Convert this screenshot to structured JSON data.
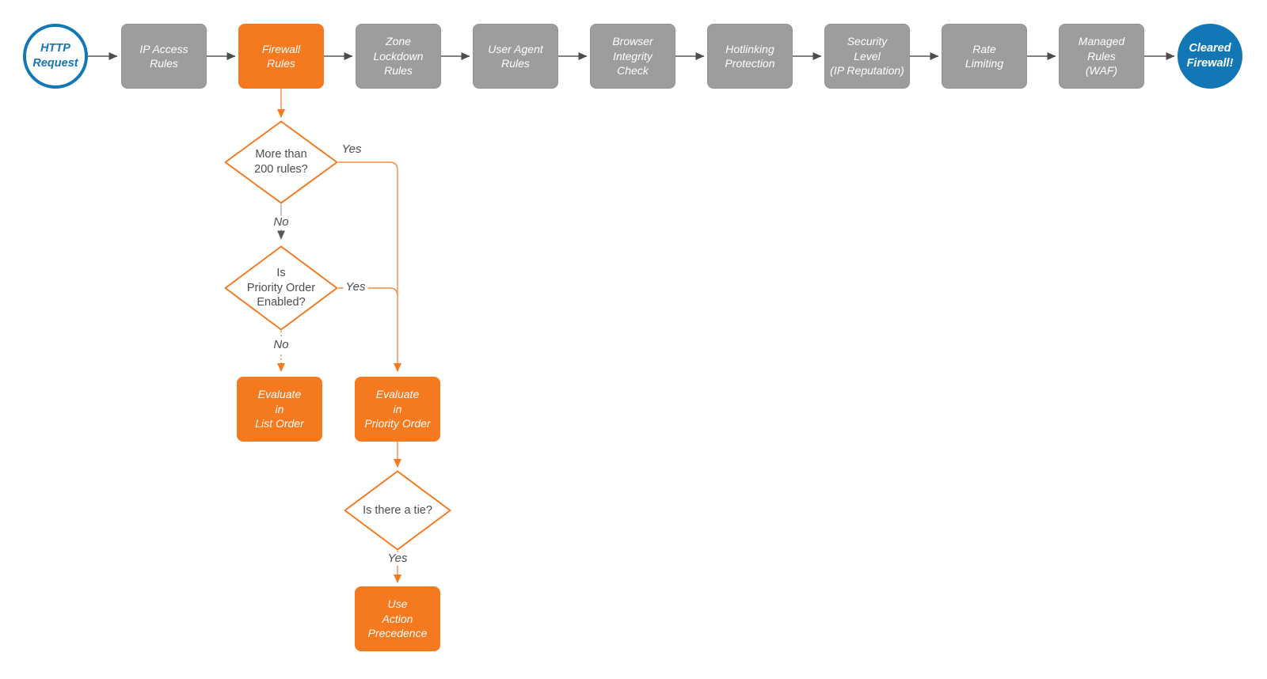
{
  "diagram": {
    "title_hint": "Cloudflare firewall request evaluation flowchart",
    "colors": {
      "accent_orange": "#f5791f",
      "accent_orange_line": "#f58b43",
      "step_gray": "#9d9d9d",
      "brand_blue": "#1377b6",
      "text_dark": "#4d4d4d",
      "connector_dark": "#4d4d4d",
      "background": "#ffffff"
    },
    "start": {
      "label": "HTTP\nRequest"
    },
    "steps": [
      {
        "label": "IP Access\nRules",
        "type": "gray"
      },
      {
        "label": "Firewall\nRules",
        "type": "orange"
      },
      {
        "label": "Zone\nLockdown\nRules",
        "type": "gray"
      },
      {
        "label": "User Agent\nRules",
        "type": "gray"
      },
      {
        "label": "Browser\nIntegrity\nCheck",
        "type": "gray"
      },
      {
        "label": "Hotlinking\nProtection",
        "type": "gray"
      },
      {
        "label": "Security\nLevel\n(IP Reputation)",
        "type": "gray"
      },
      {
        "label": "Rate\nLimiting",
        "type": "gray"
      },
      {
        "label": "Managed\nRules\n(WAF)",
        "type": "gray"
      }
    ],
    "end": {
      "label": "Cleared\nFirewall!"
    },
    "decisions": {
      "d1": {
        "label": "More than\n200 rules?",
        "yes_label": "Yes",
        "no_label": "No"
      },
      "d2": {
        "label": "Is\nPriority Order\nEnabled?",
        "yes_label": "Yes",
        "no_label": "No"
      },
      "d3": {
        "label": "Is there a tie?",
        "yes_label": "Yes"
      }
    },
    "actions": {
      "list_order": {
        "label": "Evaluate\nin\nList Order"
      },
      "priority_order": {
        "label": "Evaluate\nin\nPriority Order"
      },
      "action_precedence": {
        "label": "Use\nAction\nPrecedence"
      }
    }
  }
}
